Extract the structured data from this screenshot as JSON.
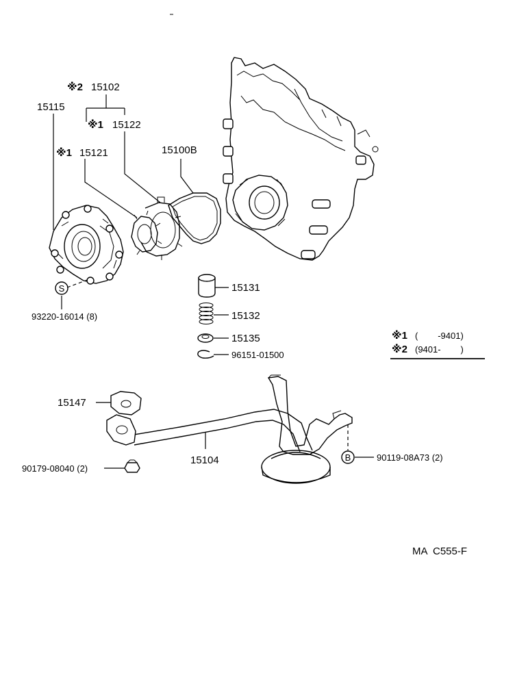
{
  "labels": {
    "p15102": "15102",
    "p15102_mark": "※2",
    "p15122": "15122",
    "p15122_mark": "※1",
    "p15121": "15121",
    "p15121_mark": "※1",
    "p15115": "15115",
    "p15100B": "15100B",
    "p15131": "15131",
    "p15132": "15132",
    "p15135": "15135",
    "p96151": "96151-01500",
    "p93220": "93220-16014 (8)",
    "p15147": "15147",
    "p15104": "15104",
    "p90179": "90179-08040 (2)",
    "p90119": "90119-08A73 (2)",
    "symbol_s": "S",
    "symbol_b": "B"
  },
  "legend": {
    "row1_mark": "※1",
    "row1_text": "(        -9401)",
    "row2_mark": "※2",
    "row2_text": "(9401-        )"
  },
  "figure_code": "MA  C555-F"
}
